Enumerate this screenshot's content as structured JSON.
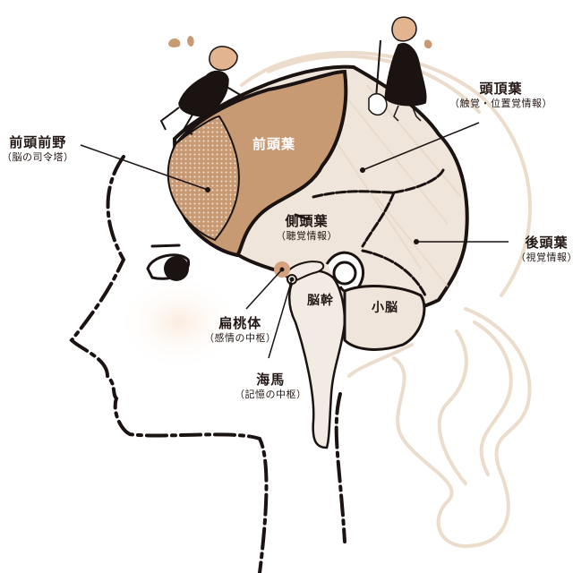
{
  "colors": {
    "frontal_lobe": "#c89a74",
    "prefrontal_dots": "#f3e4d4",
    "brain_fill": "#efe5da",
    "hair_stroke": "#ecdccb",
    "outline": "#1a1311",
    "amygdala": "#d4a27f",
    "cheek": "#fbeee4"
  },
  "labels": {
    "prefrontal": {
      "main": "前頭前野",
      "sub": "（脳の司令塔）"
    },
    "frontal": {
      "main": "前頭葉"
    },
    "parietal": {
      "main": "頭頂葉",
      "sub": "（触覚・位置覚情報）"
    },
    "temporal": {
      "main": "側頭葉",
      "sub": "（聴覚情報）"
    },
    "occipital": {
      "main": "後頭葉",
      "sub": "（視覚情報）"
    },
    "brainstem": {
      "main": "脳幹"
    },
    "cerebellum": {
      "main": "小脳"
    },
    "amygdala": {
      "main": "扁桃体",
      "sub": "（感情の中枢）"
    },
    "hippocampus": {
      "main": "海馬",
      "sub": "（記憶の中枢）"
    }
  }
}
